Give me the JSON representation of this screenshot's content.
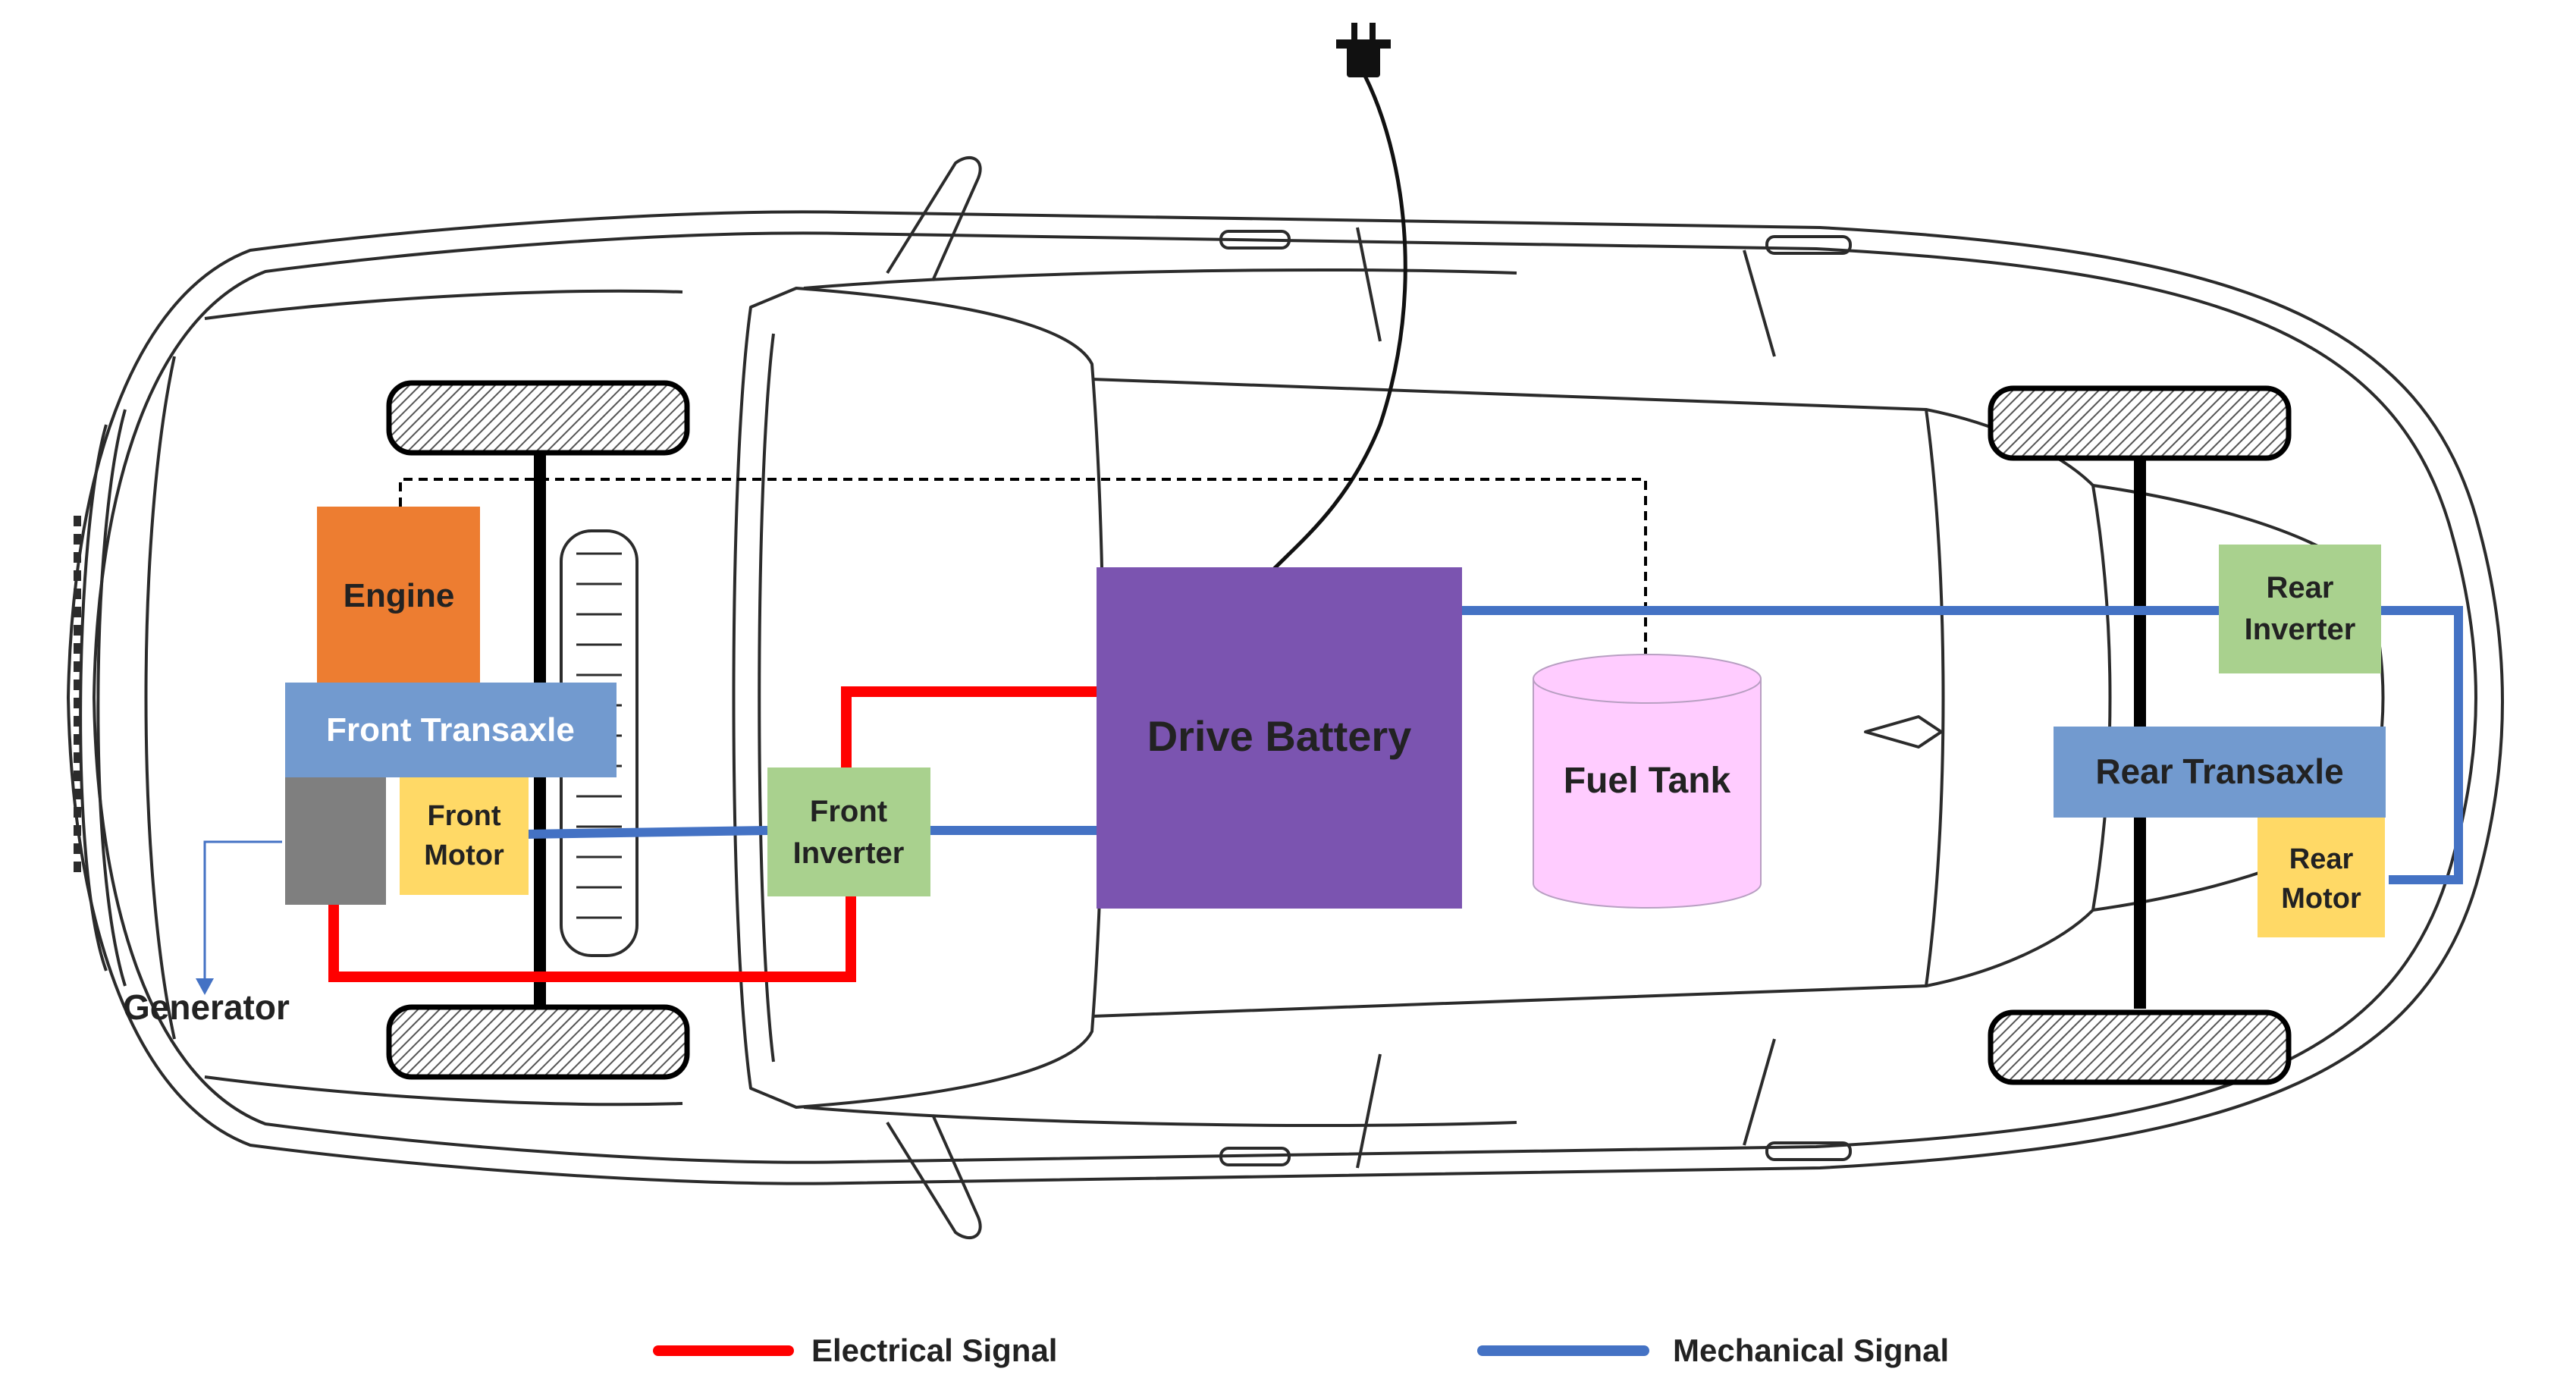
{
  "components": {
    "engine": "Engine",
    "front_transaxle": "Front Transaxle",
    "front_motor": [
      "Front",
      "Motor"
    ],
    "generator": "Generator",
    "front_inverter": [
      "Front",
      "Inverter"
    ],
    "drive_battery": "Drive Battery",
    "fuel_tank": "Fuel Tank",
    "rear_inverter": [
      "Rear",
      "Inverter"
    ],
    "rear_transaxle": "Rear Transaxle",
    "rear_motor": [
      "Rear",
      "Motor"
    ]
  },
  "legend": {
    "electrical": "Electrical Signal",
    "mechanical": "Mechanical Signal"
  },
  "colors": {
    "engine": "#ED7D31",
    "transaxle": "#729ACF",
    "motor": "#FFD966",
    "generator": "#7F7F7F",
    "inverter": "#A9D18E",
    "battery": "#7B54B0",
    "fuel_tank": "#FFCCFF",
    "electrical": "#FF0000",
    "mechanical": "#4472C4",
    "outline": "#2b2b2b"
  },
  "icons": {
    "plug": "power-plug-icon",
    "car": "car-top-view-outline"
  }
}
